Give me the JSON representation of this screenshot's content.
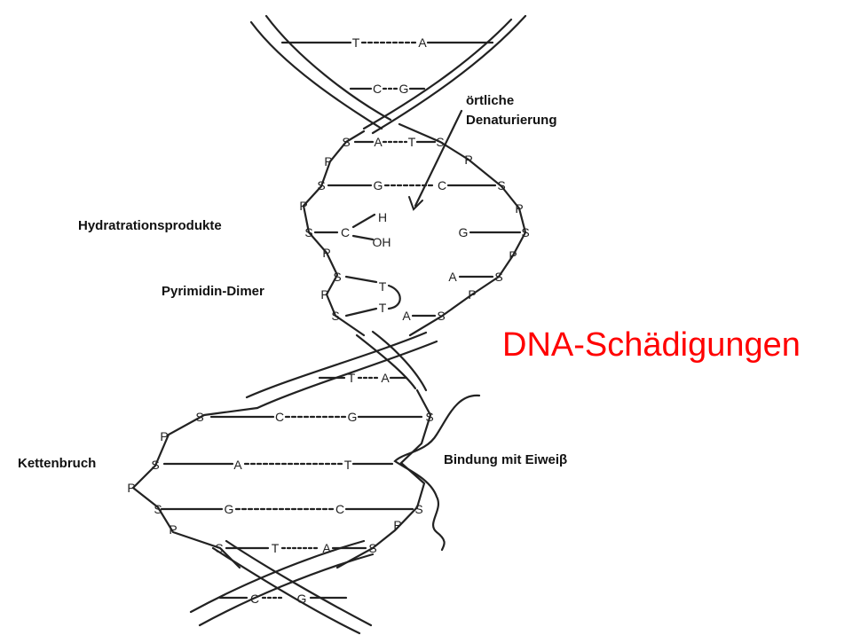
{
  "title": "DNA-Schädigungen",
  "colors": {
    "title": "#ff0000",
    "ink": "#222222"
  },
  "labels": {
    "denaturation": [
      "örtliche",
      "Denaturierung"
    ],
    "hydration": "Hydratrationsprodukte",
    "dimer": "Pyrimidin-Dimer",
    "chain_break": "Kettenbruch",
    "protein_binding": "Bindung mit Eiweiβ"
  },
  "bases": {
    "pair_top_1": [
      "T",
      "A"
    ],
    "pair_top_2": [
      "C",
      "G"
    ],
    "bubble": [
      "S",
      "A",
      "T",
      "S",
      "P",
      "P",
      "S",
      "G",
      "C",
      "S",
      "P",
      "P",
      "S",
      "C",
      "H",
      "OH",
      "G",
      "S",
      "P",
      "P",
      "S",
      "T",
      "A",
      "S",
      "P",
      "P",
      "S",
      "T",
      "A",
      "S"
    ],
    "pair_mid": [
      "T",
      "A"
    ],
    "lower": [
      "S",
      "C",
      "G",
      "S",
      "P",
      "S",
      "A",
      "T",
      "P",
      "S",
      "G",
      "C",
      "S",
      "P",
      "P",
      "S",
      "T",
      "A",
      "S"
    ],
    "pair_bottom": [
      "C",
      "G"
    ]
  }
}
